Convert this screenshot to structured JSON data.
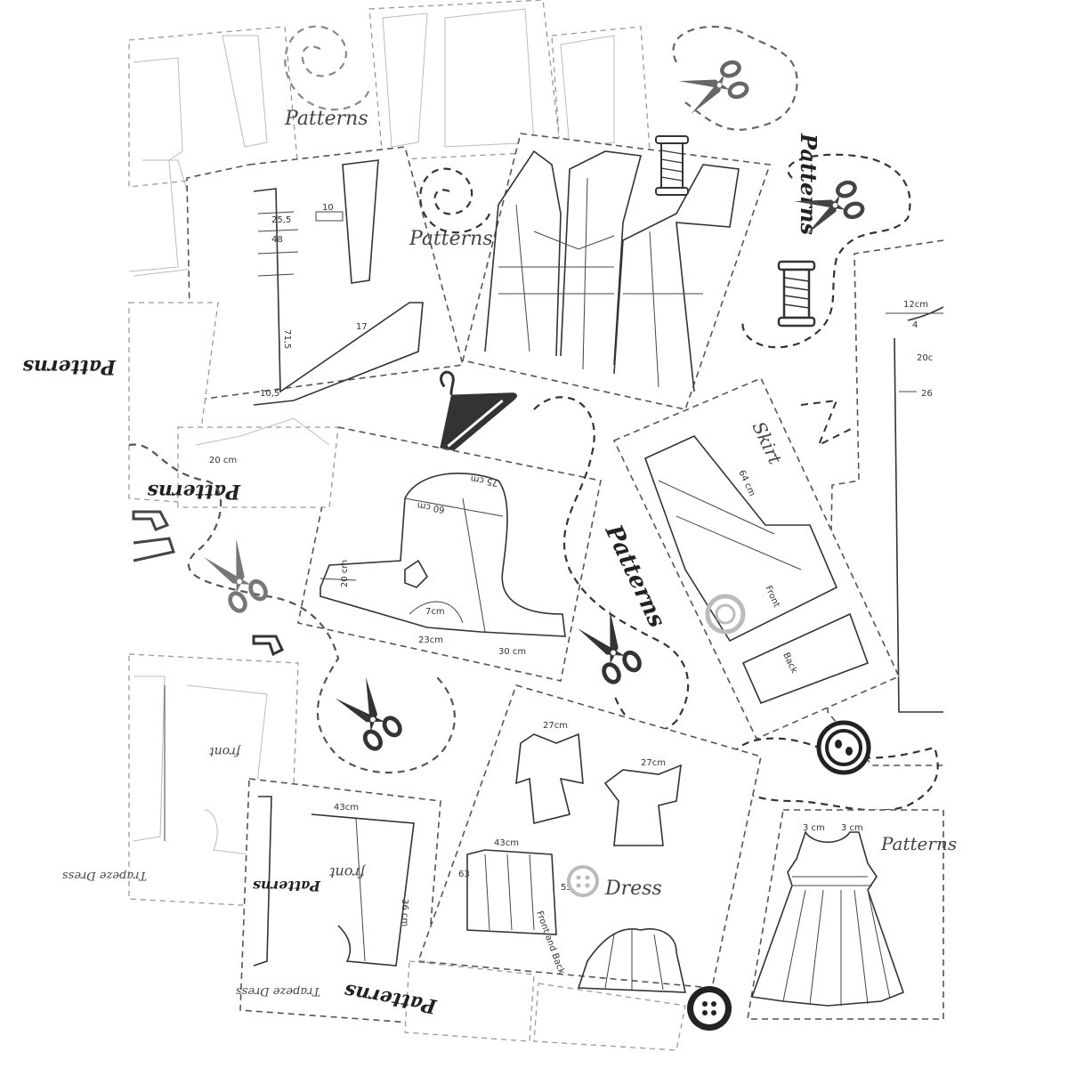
{
  "labels": {
    "patterns": "Patterns",
    "dress": "Dress",
    "skirt": "Skirt",
    "front": "Front",
    "back": "Back",
    "front_lower": "front",
    "front_and_back": "Front and Back",
    "trapeze_dress": "Trapeze Dress"
  },
  "dims": {
    "d12cm": "12cm",
    "d4": "4",
    "d20c": "20c",
    "d26": "26",
    "d20cm": "20 cm",
    "d60cm": "60 cm",
    "d75cm": "75 cm",
    "d7cm": "7cm",
    "d23cm": "23cm",
    "d30cm": "30 cm",
    "d10": "10",
    "d10_5": "10,5",
    "d17": "17",
    "d71_5": "71,5",
    "d25_5": "25,5",
    "d48": "48",
    "d43cm": "43cm",
    "d27cm": "27cm",
    "d36cm": "36 cm",
    "d64cm": "64 cm",
    "d55": "55",
    "d63": "63",
    "d3cm": "3 cm"
  },
  "colors": {
    "ink": "#333333",
    "paper": "#ffffff",
    "scissors": "#666666"
  },
  "icons": [
    "scissors-icon",
    "hanger-icon",
    "thread-spool-icon",
    "button-icon",
    "sewing-machine-icon"
  ]
}
